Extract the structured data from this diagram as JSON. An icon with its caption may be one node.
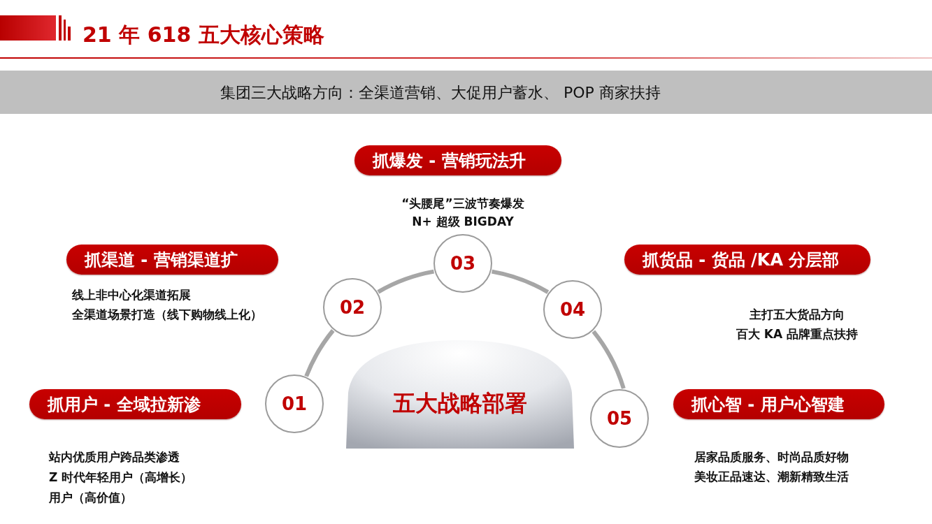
{
  "diagram": {
    "title": "21 年 618 五大核心策略",
    "nodes": [
      {
        "text": [
          "集团三大战略方向：全渠道营销、大促用户蓄水、 POP 商家扶持"
        ]
      },
      {
        "text": [
          "抓爆发 - 营销玩法升"
        ],
        "beside": [
          "“头腰尾”三波节奏爆发",
          "N+ 超级 BIGDAY"
        ]
      },
      {
        "text": [
          "抓渠道 - 营销渠道扩"
        ],
        "beside": [
          "线上非中心化渠道拓展",
          "全渠道场景打造（线下购物线上化）"
        ]
      },
      {
        "text": [
          "抓货品 - 货品 /KA 分层部"
        ],
        "beside": [
          "主打五大货品方向",
          "百大 KA 品牌重点扶持"
        ]
      },
      {
        "text": [
          "03"
        ]
      },
      {
        "text": [
          "02"
        ]
      },
      {
        "text": [
          "04"
        ]
      },
      {
        "text": [
          "抓用户 - 全域拉新渗"
        ],
        "beside": [
          "站内优质用户跨品类渗透",
          "Z 时代年轻用户（高增长）",
          "用户（高价值）"
        ]
      },
      {
        "text": [
          "01"
        ]
      },
      {
        "text": [
          "五大战略部署"
        ]
      },
      {
        "text": [
          "抓心智 - 用户心智建"
        ],
        "beside": [
          "居家品质服务、时尚品质好物",
          "美妆正品速达、潮新精致生活"
        ]
      },
      {
        "text": [
          "05"
        ]
      }
    ],
    "edges": [
      {
        "from": 8,
        "to": 5,
        "arrow": "none"
      },
      {
        "from": 5,
        "to": 4,
        "arrow": "none"
      },
      {
        "from": 4,
        "to": 6,
        "arrow": "none"
      },
      {
        "from": 6,
        "to": 11,
        "arrow": "none"
      }
    ]
  }
}
